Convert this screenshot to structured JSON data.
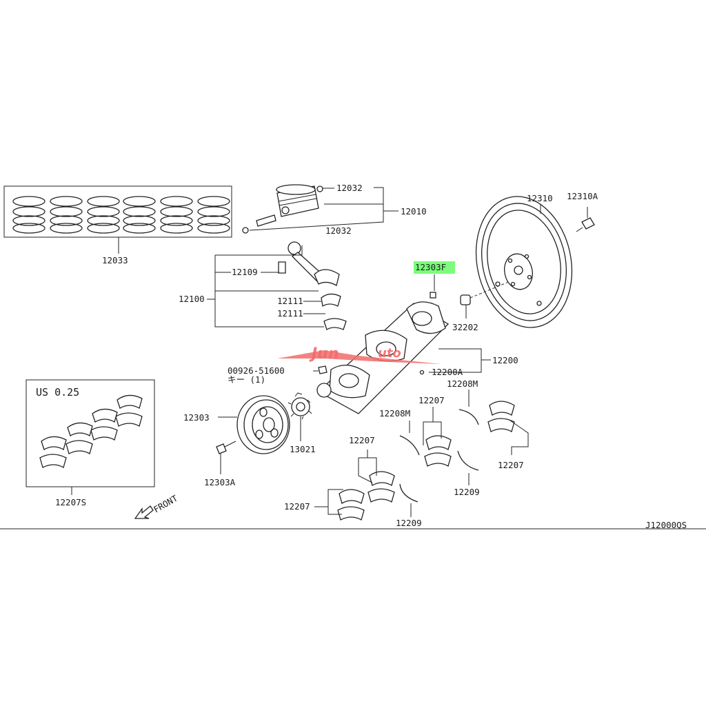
{
  "watermark": {
    "text": "Jun",
    "suffix": "uto",
    "color": "#f26b6b"
  },
  "highlight_color": "#7CFC7C",
  "labels": {
    "p12032_top": "12032",
    "p12010": "12010",
    "p12032_bot": "12032",
    "p12033": "12033",
    "p12310": "12310",
    "p12310A": "12310A",
    "p12303F": "12303F",
    "p12109": "12109",
    "p12100": "12100",
    "p12111_a": "12111",
    "p12111_b": "12111",
    "p32202": "32202",
    "p12200": "12200",
    "p12200A": "12200A",
    "p00926": "00926-51600",
    "p00926_qty": "キー (1)",
    "p12208M_a": "12208M",
    "p12208M_b": "12208M",
    "p12207_a": "12207",
    "p12207_b": "12207",
    "p12207_c": "12207",
    "p12207_d": "12207",
    "p12303": "12303",
    "p13021": "13021",
    "p12303A": "12303A",
    "p12209_a": "12209",
    "p12209_b": "12209",
    "us025": "US 0.25",
    "p12207S": "12207S",
    "front": "FRONT",
    "diagram_code": "J12000QS"
  },
  "icons": {
    "front_arrow": "front-arrow-icon",
    "piston": "piston-icon",
    "con_rod": "connecting-rod-icon",
    "crankshaft": "crankshaft-icon",
    "flywheel": "flywheel-icon",
    "pulley": "crank-pulley-icon",
    "sprocket": "crank-sprocket-icon"
  }
}
